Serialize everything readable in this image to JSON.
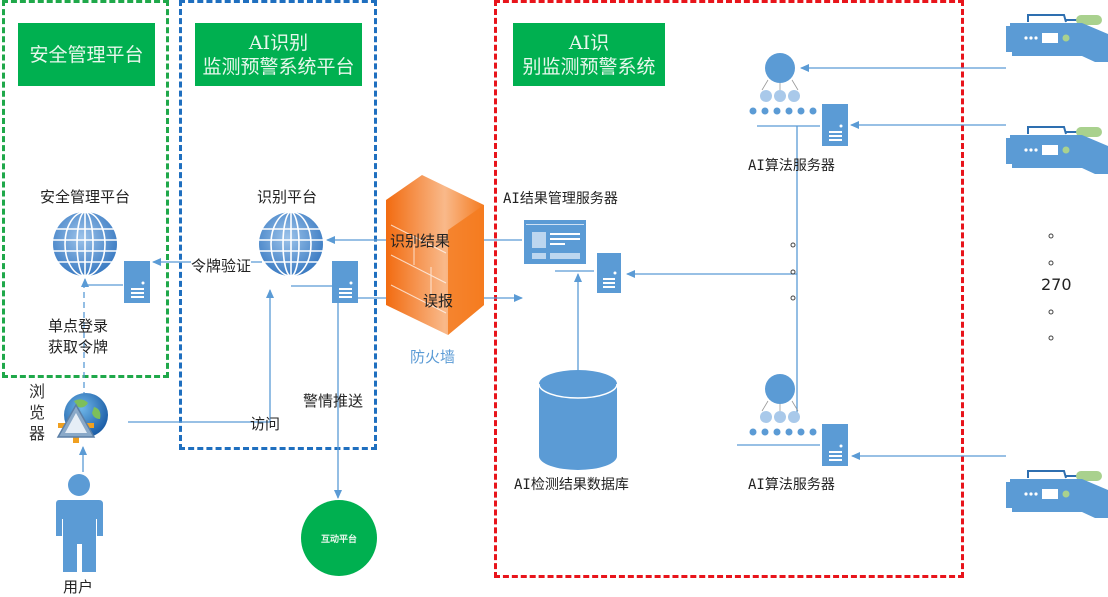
{
  "zones": {
    "security": {
      "title": "安全管理平台",
      "color": "#1fa84a"
    },
    "identify_platform": {
      "title": "AI识别\n监测预警系统平台",
      "color": "#1f6fbf"
    },
    "ai_system": {
      "title": "AI识\n别监测预警系统",
      "color": "#e8141b"
    }
  },
  "nodes": {
    "security_platform": "安全管理平台",
    "identify_platform": "识别平台",
    "firewall": "防火墙",
    "result_server": "AI结果管理服务器",
    "result_db": "AI检测结果数据库",
    "algo_server_top": "AI算法服务器",
    "algo_server_bottom": "AI算法服务器",
    "browser": "浏\n览\n器",
    "user": "用户",
    "interactive_platform": "互动平台",
    "camera_count": "270"
  },
  "edges": {
    "token_verify": "令牌验证",
    "sso": "单点登录\n获取令牌",
    "identify_result": "识别结果",
    "false_alarm": "误报",
    "access": "访问",
    "alert_push": "警情推送"
  },
  "colors": {
    "title_green": "#00b050",
    "icon_blue": "#5b9bd5",
    "firewall_orange": "#f47b20",
    "camera_accent": "#a9d18e",
    "firewall_label": "#5b9bd5"
  }
}
